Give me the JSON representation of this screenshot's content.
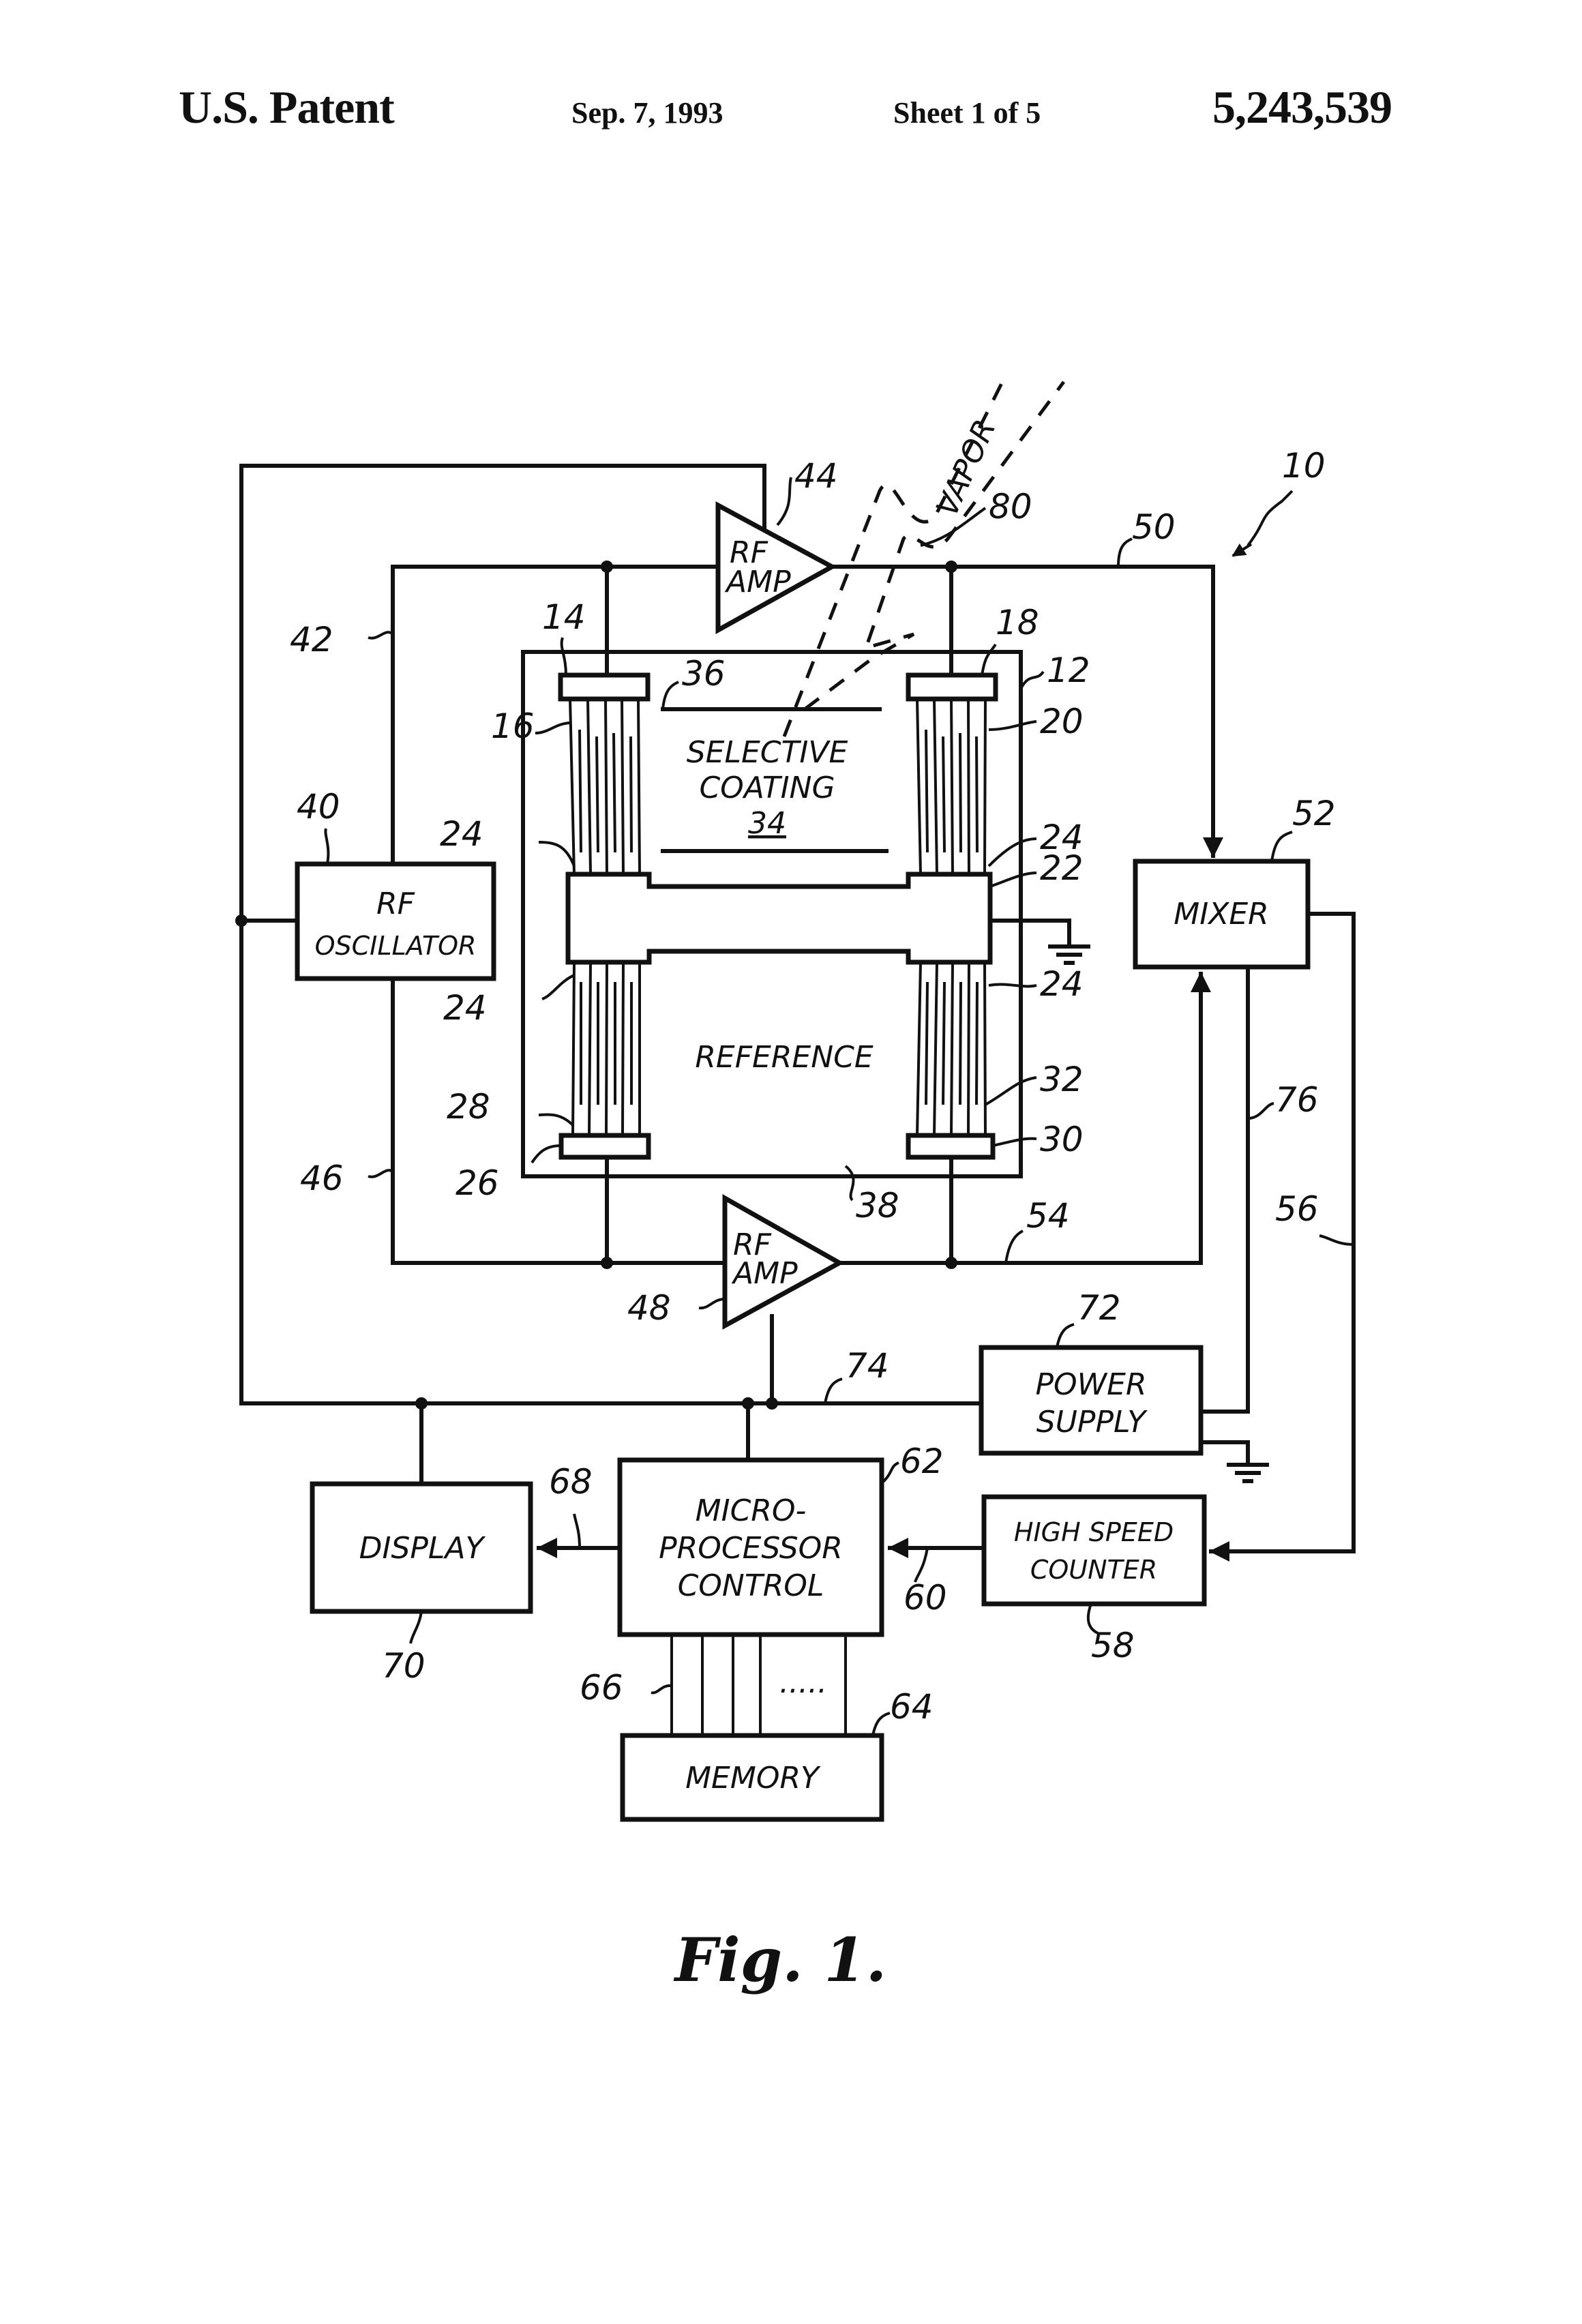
{
  "header": {
    "left": "U.S. Patent",
    "date": "Sep. 7, 1993",
    "sheet": "Sheet 1 of 5",
    "patent_number": "5,243,539"
  },
  "figure": {
    "caption": "Fig. 1.",
    "blocks": {
      "rf_amp_top": [
        "RF",
        "AMP."
      ],
      "rf_amp_bottom": [
        "RF",
        "AMP"
      ],
      "rf_oscillator": [
        "RF",
        "OSCILLATOR"
      ],
      "mixer": "MIXER",
      "selective_coating": [
        "SELECTIVE",
        "COATING",
        "34"
      ],
      "reference": "REFERENCE",
      "vapor": "VAPOR",
      "power_supply": [
        "POWER",
        "SUPPLY"
      ],
      "display": "DISPLAY",
      "microprocessor": [
        "MICRO-",
        "PROCESSOR",
        "CONTROL"
      ],
      "high_speed_counter": [
        "HIGH SPEED",
        "COUNTER"
      ],
      "memory": "MEMORY",
      "bus_ellipsis": "....."
    },
    "reference_numerals": {
      "n10": "10",
      "n12": "12",
      "n14": "14",
      "n16": "16",
      "n18": "18",
      "n20": "20",
      "n22": "22",
      "n24a": "24",
      "n24b": "24",
      "n24c": "24",
      "n24d": "24",
      "n26": "26",
      "n28": "28",
      "n30": "30",
      "n32": "32",
      "n36": "36",
      "n38": "38",
      "n40": "40",
      "n42": "42",
      "n44": "44",
      "n46": "46",
      "n48": "48",
      "n50": "50",
      "n52": "52",
      "n54": "54",
      "n56": "56",
      "n58": "58",
      "n60": "60",
      "n62": "62",
      "n64": "64",
      "n66": "66",
      "n68": "68",
      "n70": "70",
      "n72": "72",
      "n74": "74",
      "n76": "76",
      "n80": "80"
    }
  }
}
